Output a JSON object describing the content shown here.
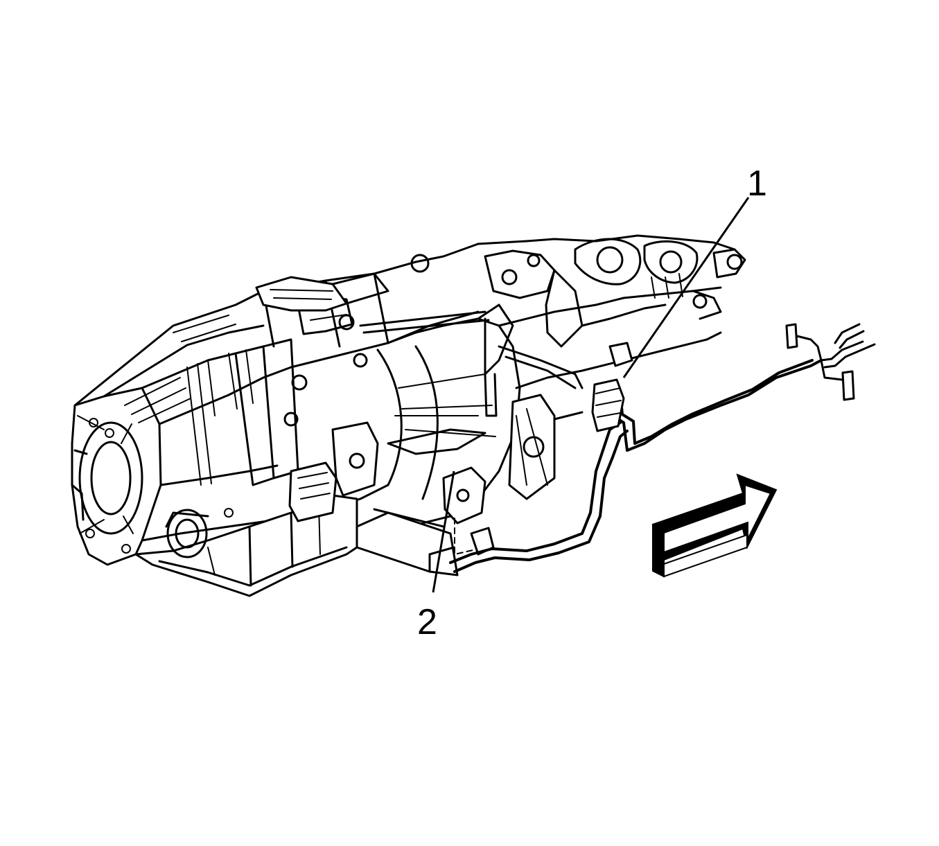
{
  "figure": {
    "description_visible_text": null,
    "callouts": [
      {
        "id": "1",
        "label": "1"
      },
      {
        "id": "2",
        "label": "2"
      }
    ],
    "direction_arrow": {
      "icon": "forward-direction-arrow-icon"
    }
  }
}
